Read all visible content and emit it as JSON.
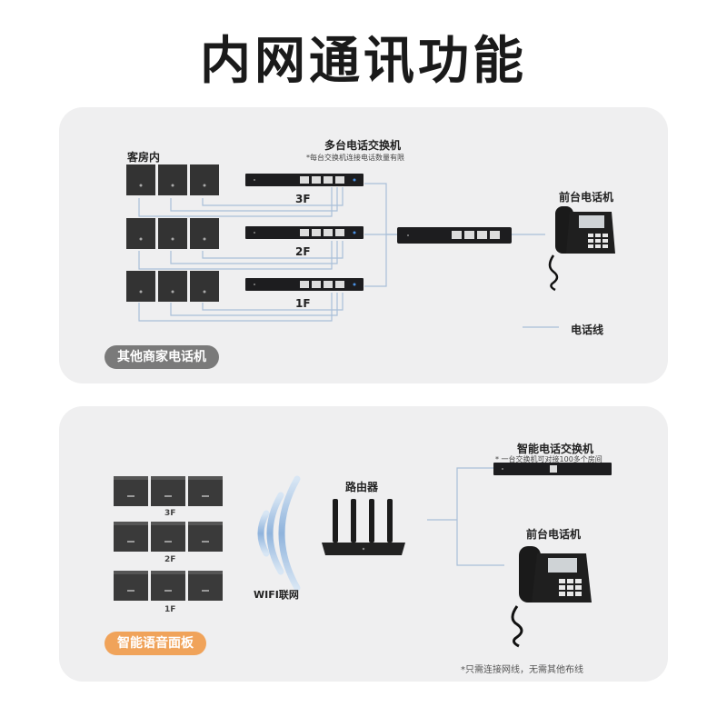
{
  "title": "内网通讯功能",
  "section1": {
    "guest_room_label": "客房内",
    "switch_title": "多台电话交换机",
    "switch_note": "*每台交换机连接电话数量有限",
    "floors": [
      "3F",
      "2F",
      "1F"
    ],
    "front_desk_label": "前台电话机",
    "legend_label": "电话线",
    "badge": "其他商家电话机",
    "badge_color": "#7a7a7a"
  },
  "section2": {
    "floors": [
      "3F",
      "2F",
      "1F"
    ],
    "wifi_label": "WIFI联网",
    "router_label": "路由器",
    "switch_title": "智能电话交换机",
    "switch_note": "* 一台交换机可对接100多个房间",
    "front_desk_label": "前台电话机",
    "badge": "智能语音面板",
    "badge_color": "#f0a35a",
    "footer_note": "*只需连接网线，无需其他布线"
  },
  "colors": {
    "line": "#a9bfd8",
    "panel_bg": "#efeff0"
  }
}
